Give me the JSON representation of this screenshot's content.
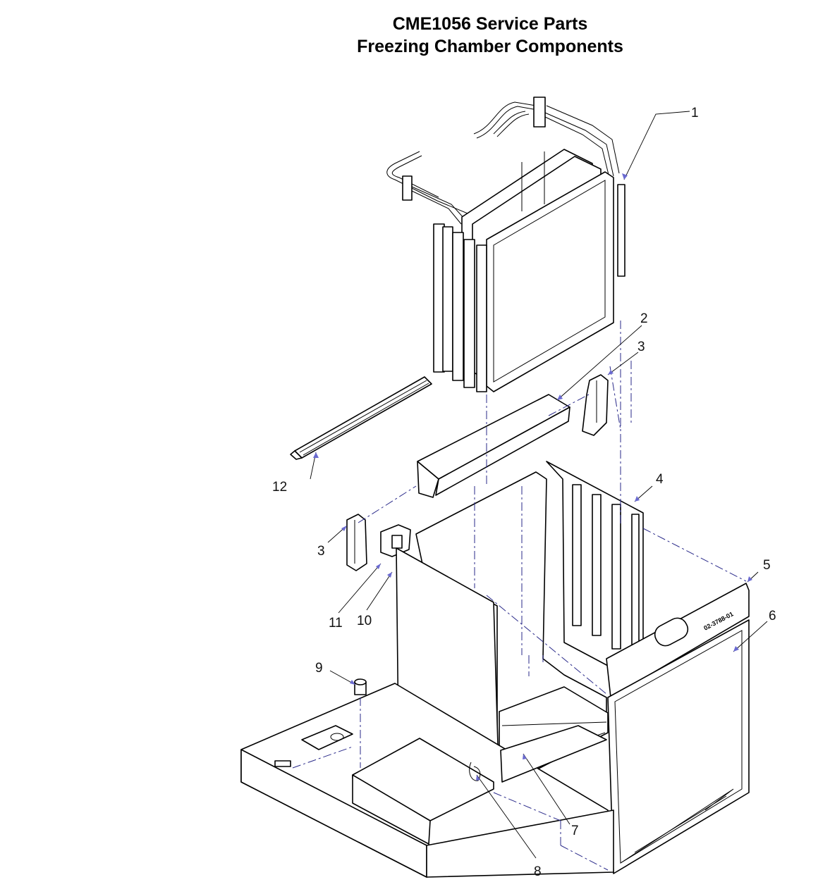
{
  "header": {
    "title_line1": "CME1056 Service Parts",
    "title_line2": "Freezing Chamber Components"
  },
  "stamp_text": "02-3788-01",
  "callouts": [
    "1",
    "2",
    "3",
    "3",
    "4",
    "5",
    "6",
    "7",
    "8",
    "9",
    "10",
    "11",
    "12"
  ]
}
